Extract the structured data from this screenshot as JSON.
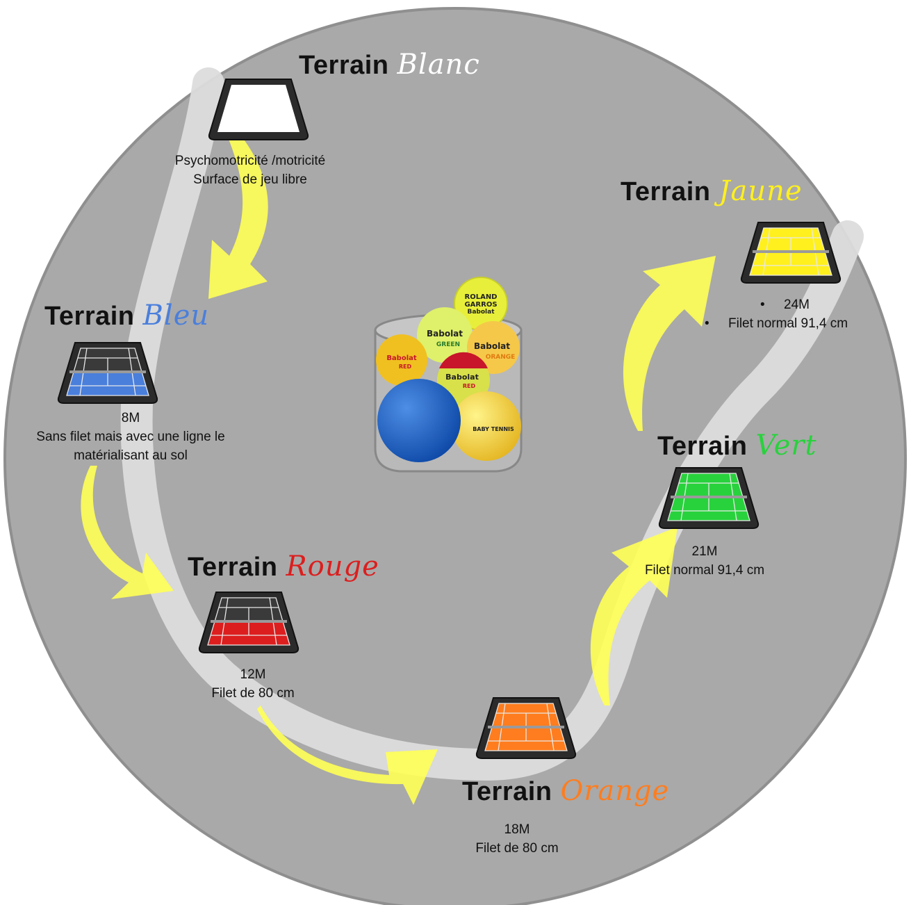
{
  "colors": {
    "circle": "#a8a8a8",
    "track": "#e0e0e0",
    "arrow": "#ffff55",
    "blanc": "#ffffff",
    "bleu": "#4a7fdc",
    "rouge": "#dc1e1e",
    "orange": "#ff7d1e",
    "vert": "#28d23c",
    "jaune": "#fff01e"
  },
  "stages": {
    "blanc": {
      "word": "Terrain",
      "color_word": "Blanc",
      "lines": [
        "Psychomotricité /motricité",
        "Surface de jeu libre"
      ]
    },
    "bleu": {
      "word": "Terrain",
      "color_word": "Bleu",
      "lines": [
        "8M",
        "Sans filet mais avec une ligne le",
        "matérialisant au sol"
      ]
    },
    "rouge": {
      "word": "Terrain",
      "color_word": "Rouge",
      "lines": [
        "12M",
        "Filet de 80 cm"
      ]
    },
    "orange": {
      "word": "Terrain",
      "color_word": "Orange",
      "lines": [
        "18M",
        "Filet de 80 cm"
      ]
    },
    "vert": {
      "word": "Terrain",
      "color_word": "Vert",
      "lines": [
        "21M",
        "Filet normal 91,4 cm"
      ]
    },
    "jaune": {
      "word": "Terrain",
      "color_word": "Jaune",
      "bullets": [
        "24M",
        "Filet normal 91,4 cm"
      ]
    }
  },
  "balls": [
    {
      "brand": "ROLAND GARROS Babolat",
      "color": "#e8ef3a"
    },
    {
      "brand": "Babolat GREEN",
      "color": "#dff06a"
    },
    {
      "brand": "Babolat ORANGE",
      "color": "#f5c84a"
    },
    {
      "brand": "Babolat RED",
      "color": "#f0c020"
    },
    {
      "brand": "Babolat RED",
      "color": "#d8e04a"
    },
    {
      "brand": "",
      "color": "#1c5fbf"
    },
    {
      "brand": "BABY TENNIS",
      "color": "#f2c42a"
    }
  ]
}
